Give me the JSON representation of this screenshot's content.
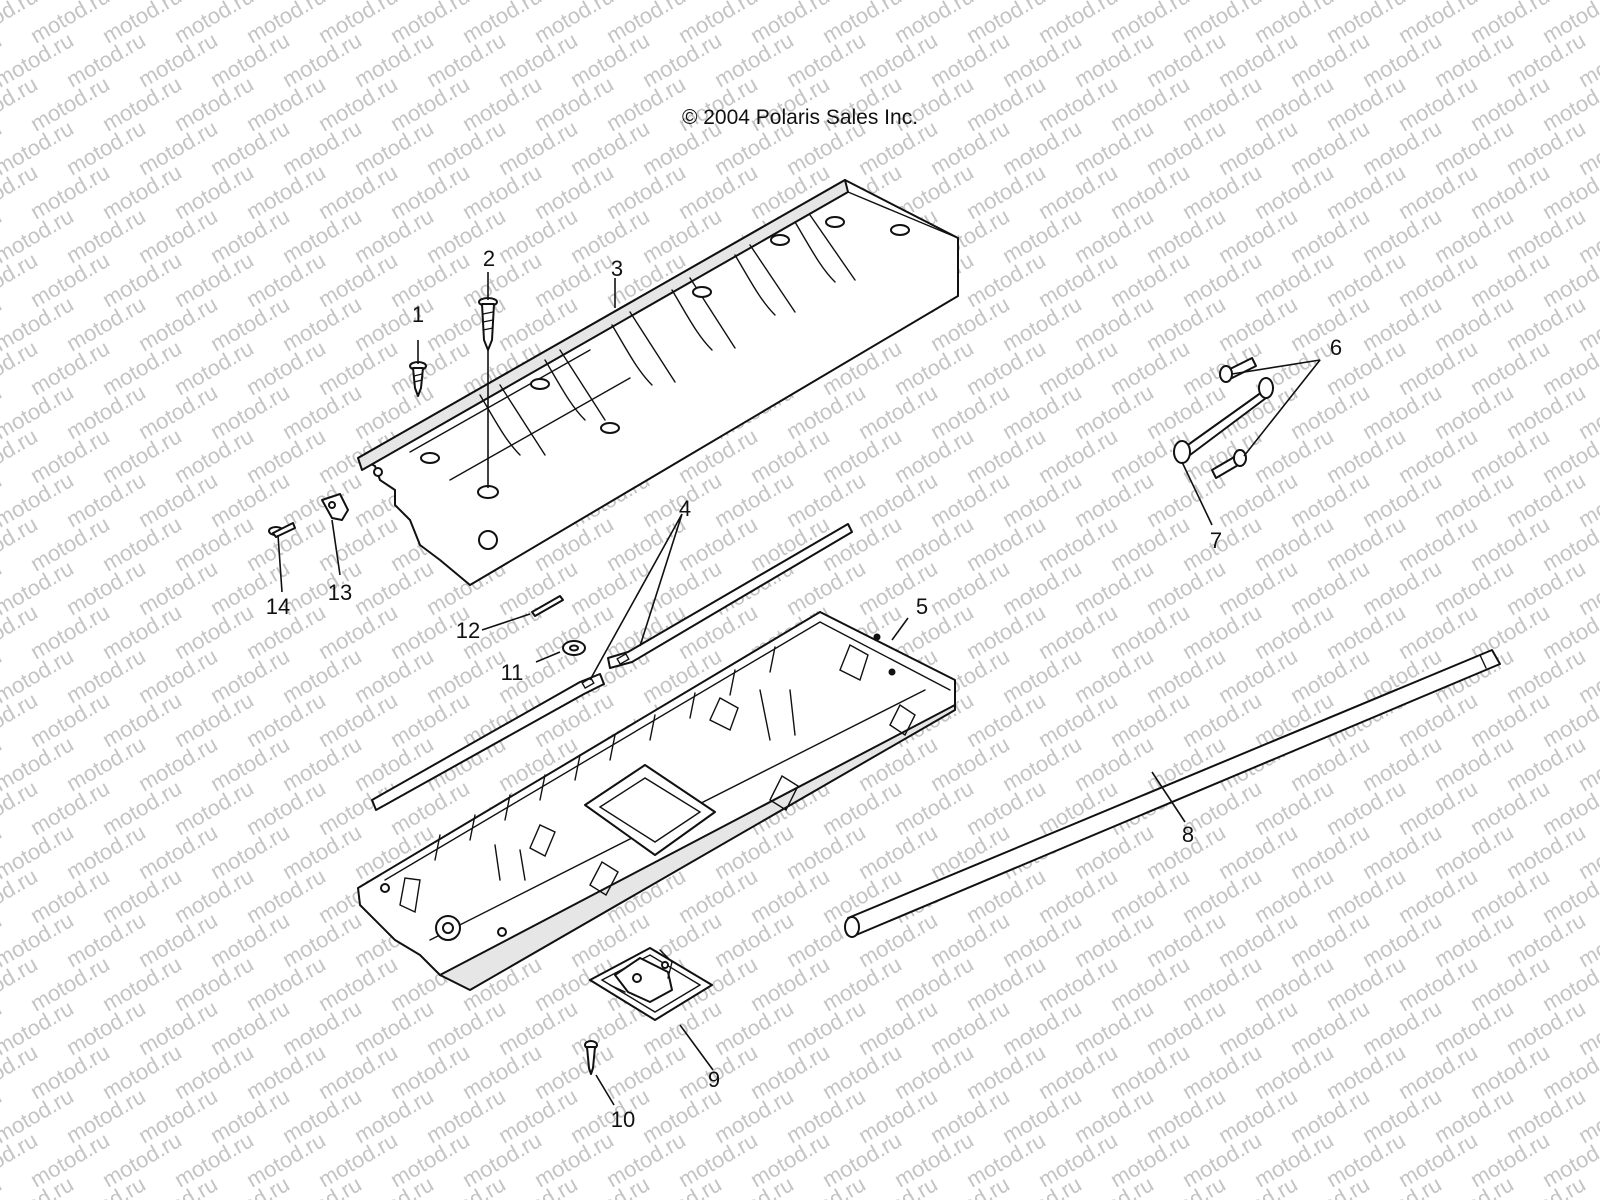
{
  "copyright": "© 2004 Polaris Sales Inc.",
  "watermark": "motod.ru",
  "callouts": {
    "c1": "1",
    "c2": "2",
    "c3": "3",
    "c4": "4",
    "c5": "5",
    "c6": "6",
    "c7": "7",
    "c8": "8",
    "c9": "9",
    "c10": "10",
    "c11": "11",
    "c12": "12",
    "c13": "13",
    "c14": "14"
  }
}
